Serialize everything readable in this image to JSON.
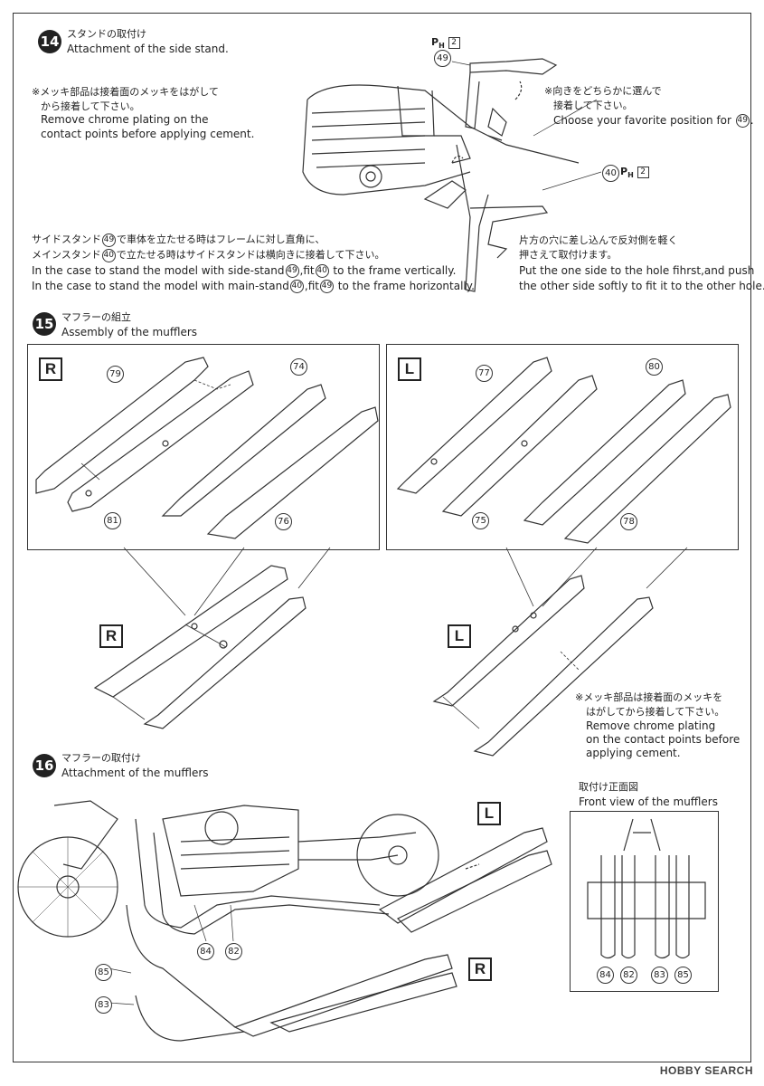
{
  "step14": {
    "number": "14",
    "title_jp": "スタンドの取付け",
    "title_en": "Attachment of the side stand.",
    "note_jp_1": "※メッキ部品は接着面のメッキをはがして",
    "note_jp_2": "から接着して下さい。",
    "note_en_1": "Remove chrome plating on the",
    "note_en_2": "contact points before applying cement.",
    "choose_jp_1": "※向きをどちらかに選んで",
    "choose_jp_2": "接着して下さい。",
    "choose_en": "Choose your favorite position for",
    "choose_part": "49",
    "side_jp_1a": "サイドスタンド",
    "side_jp_1b": "で車体を立たせる時はフレームに対し直角に、",
    "side_jp_2a": "メインスタンド",
    "side_jp_2b": "で立たせる時はサイドスタンドは横向きに接着して下さい。",
    "side_en_1a": "In the case to stand the model with side-stand",
    "side_en_1b": ",fit",
    "side_en_1c": "to the frame vertically.",
    "side_en_2a": "In the case to stand the model with main-stand",
    "side_en_2b": ",fit",
    "side_en_2c": "to the frame horizontally.",
    "hole_jp_1": "片方の穴に差し込んで反対側を軽く",
    "hole_jp_2": "押さえて取付けます。",
    "hole_en_1": "Put the one side to the hole fihrst,and push",
    "hole_en_2": "the other side softly to fit it to the other hole.",
    "part_49": "49",
    "part_40": "40",
    "ph": "P",
    "ph_sub": "H",
    "ph_num": "2"
  },
  "step15": {
    "number": "15",
    "title_jp": "マフラーの組立",
    "title_en": "Assembly of the mufflers",
    "badge_r": "R",
    "badge_l": "L",
    "parts": {
      "p79": "79",
      "p74": "74",
      "p81": "81",
      "p76": "76",
      "p77": "77",
      "p80": "80",
      "p75": "75",
      "p78": "78"
    },
    "note_jp_1": "※メッキ部品は接着面のメッキを",
    "note_jp_2": "はがしてから接着して下さい。",
    "note_en_1": "Remove chrome plating",
    "note_en_2": "on the contact points before",
    "note_en_3": "applying cement."
  },
  "step16": {
    "number": "16",
    "title_jp": "マフラーの取付け",
    "title_en": "Attachment of the mufflers",
    "badge_l": "L",
    "badge_r": "R",
    "parts": {
      "p84": "84",
      "p82": "82",
      "p85": "85",
      "p83": "83"
    },
    "front_jp": "取付け正面図",
    "front_en": "Front view of the mufflers",
    "front_parts": [
      "84",
      "82",
      "83",
      "85"
    ]
  },
  "watermark": "HOBBY SEARCH"
}
